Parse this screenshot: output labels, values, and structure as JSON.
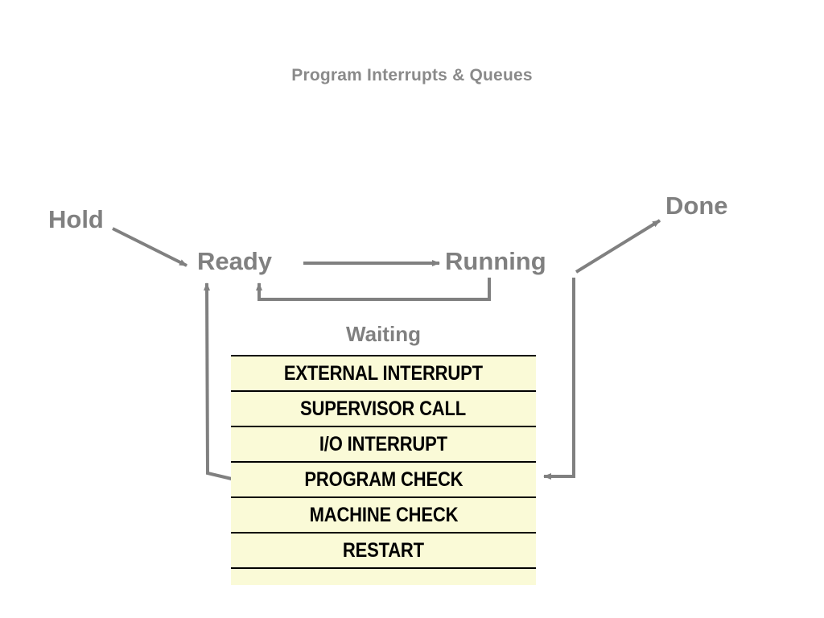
{
  "slide": {
    "title": "Program Interrupts & Queues",
    "background_color": "#ffffff",
    "label_color": "#808080",
    "queue_fill_color": "#fafad7",
    "queue_border_color": "#000000",
    "arrow_color": "#808080"
  },
  "states": {
    "hold": "Hold",
    "ready": "Ready",
    "running": "Running",
    "done": "Done",
    "waiting": "Waiting"
  },
  "queue": {
    "header": "Waiting",
    "rows": [
      {
        "label": "EXTERNAL INTERRUPT"
      },
      {
        "label": "SUPERVISOR CALL"
      },
      {
        "label": "I/O INTERRUPT"
      },
      {
        "label": "PROGRAM CHECK"
      },
      {
        "label": "MACHINE CHECK"
      },
      {
        "label": "RESTART"
      },
      {
        "label": ""
      }
    ]
  },
  "arrows": [
    {
      "name": "hold-to-ready",
      "from": "Hold",
      "to": "Ready"
    },
    {
      "name": "ready-to-running",
      "from": "Ready",
      "to": "Running"
    },
    {
      "name": "running-to-ready",
      "from": "Running",
      "to": "Ready"
    },
    {
      "name": "running-to-done",
      "from": "Running",
      "to": "Done"
    },
    {
      "name": "running-to-waiting",
      "from": "Running",
      "to": "Waiting queue"
    },
    {
      "name": "waiting-to-ready",
      "from": "Waiting queue",
      "to": "Ready"
    }
  ]
}
